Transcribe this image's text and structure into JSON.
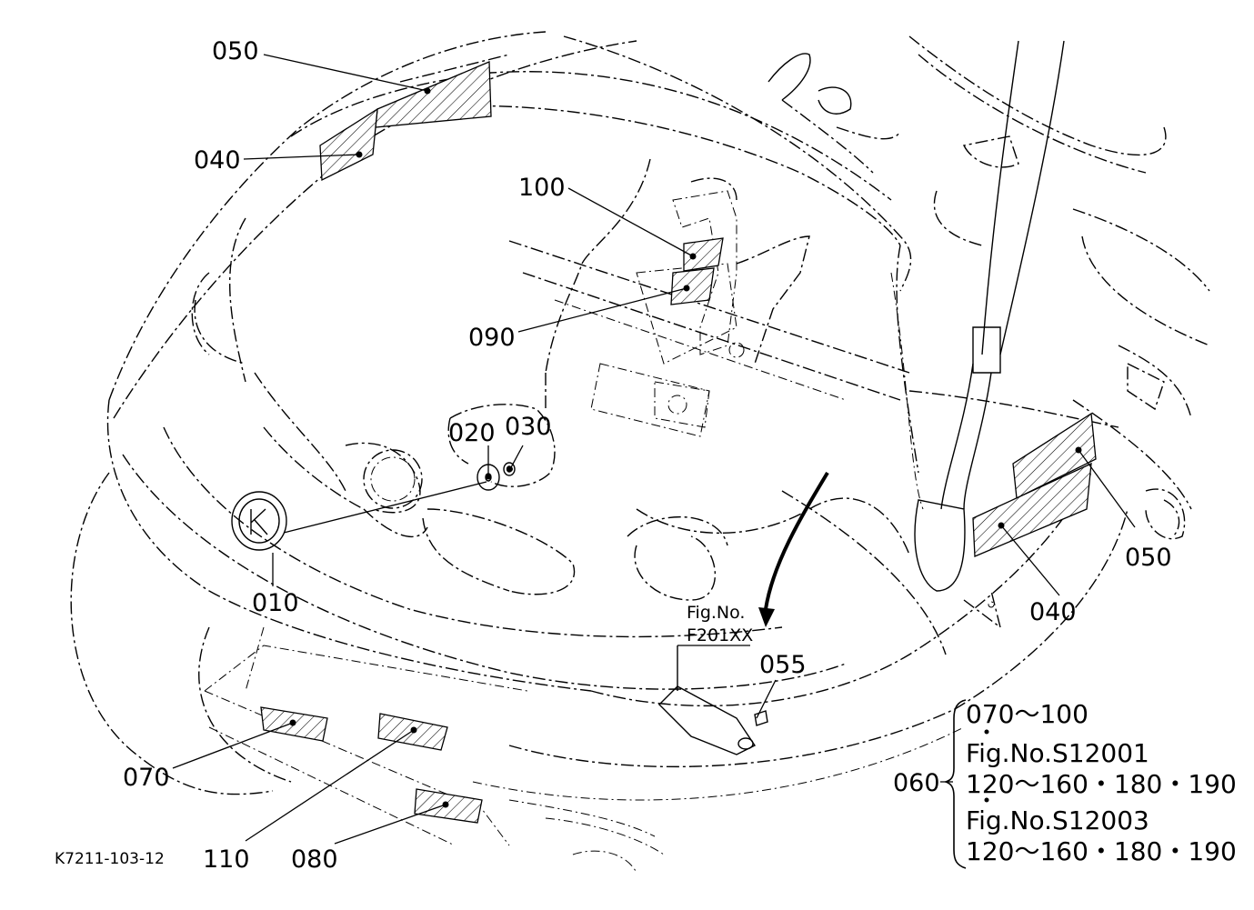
{
  "callouts": {
    "c050_top": "050",
    "c040_top": "040",
    "c100": "100",
    "c090": "090",
    "c020": "020",
    "c030": "030",
    "c010": "010",
    "c050_right": "050",
    "c040_right": "040",
    "c055": "055",
    "c070": "070",
    "c110": "110",
    "c080": "080",
    "c060": "060"
  },
  "fig_ref": {
    "line1": "Fig.No.",
    "line2": "F201XX"
  },
  "note_060": {
    "line1": "070～100",
    "line2": "Fig.No.S12001",
    "line3": "120～160・180・190",
    "line4": "Fig.No.S12003",
    "line5": "120～160・180・190"
  },
  "drawing_id": "K7211-103-12"
}
